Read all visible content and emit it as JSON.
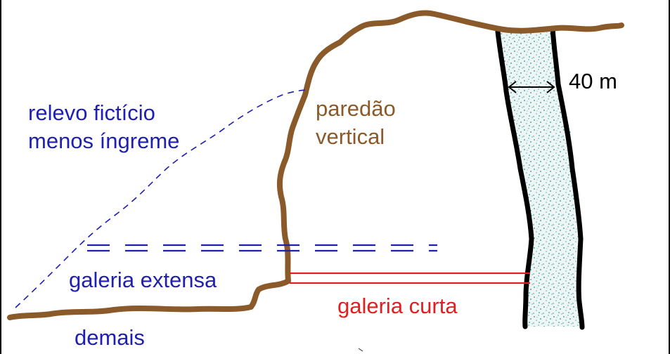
{
  "labels": {
    "relevo_line1": "relevo fictício",
    "relevo_line2": "menos íngreme",
    "paredao_line1": "paredão",
    "paredao_line2": "vertical",
    "width_value": "40 m",
    "galeria_extensa": "galeria extensa",
    "galeria_curta": "galeria curta",
    "demais": "demais"
  },
  "colors": {
    "blue_text": "#1f1fb0",
    "brown": "#8b5a2b",
    "red": "#e02020",
    "black": "#000000",
    "vein_fill": "#2e8b8b",
    "dashed_line": "#1f1fb0"
  }
}
